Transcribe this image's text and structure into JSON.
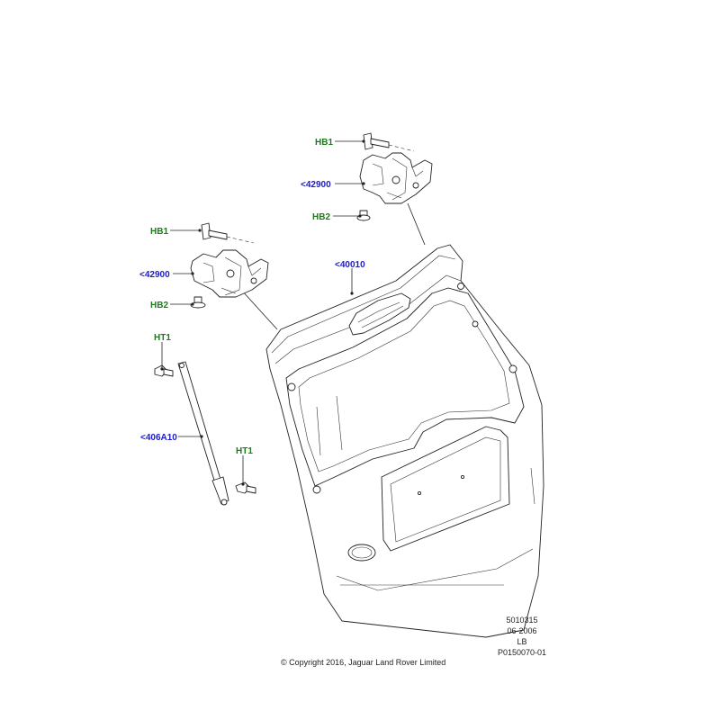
{
  "callouts": {
    "hb1_upper": "HB1",
    "hinge_upper": "<42900",
    "hb2_upper": "HB2",
    "hb1_lower": "HB1",
    "hinge_lower": "<42900",
    "hb2_lower": "HB2",
    "tailgate": "<40010",
    "ht1_upper": "HT1",
    "strut": "<406A10",
    "ht1_lower": "HT1"
  },
  "meta": {
    "code": "5010315",
    "date": "06-2006",
    "region": "LB",
    "ref": "P0150070-01"
  },
  "copyright": "© Copyright 2016, Jaguar Land Rover Limited",
  "colors": {
    "bolt_label": "#1e7a1e",
    "part_label": "#1c1cc8",
    "linework": "#222222"
  }
}
